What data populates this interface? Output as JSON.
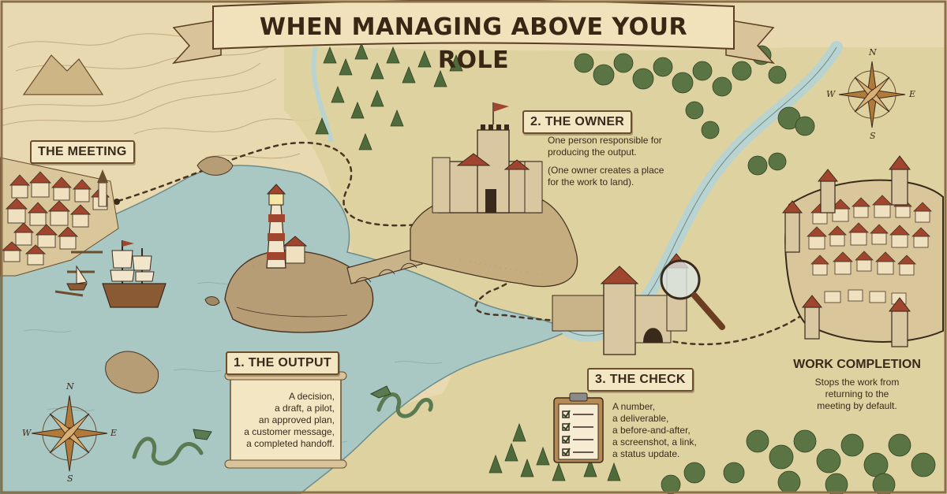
{
  "title": "WHEN MANAGING ABOVE YOUR ROLE",
  "locations": {
    "meeting": {
      "label": "THE MEETING"
    },
    "output": {
      "label": "1. THE OUTPUT",
      "items": [
        "A decision,",
        "a draft, a pilot,",
        "an approved plan,",
        "a customer message,",
        "a completed handoff."
      ]
    },
    "owner": {
      "label": "2. THE OWNER",
      "description": [
        "One person responsible for",
        "producing the output."
      ],
      "note": [
        "(One owner creates a place",
        "for the work to land)."
      ]
    },
    "check": {
      "label": "3. THE CHECK",
      "items": [
        "A number,",
        "a deliverable,",
        "a before-and-after,",
        "a screenshot, a link,",
        "a status update."
      ]
    },
    "completion": {
      "label": "WORK COMPLETION",
      "description": [
        "Stops the work from",
        "returning to the",
        "meeting by default."
      ]
    }
  },
  "compass_top_right": {
    "n": "N",
    "e": "E",
    "s": "S",
    "w": "W"
  },
  "compass_bottom_left": {
    "n": "N",
    "e": "E",
    "s": "S",
    "w": "W"
  },
  "colors": {
    "parchment": "#e8d9b0",
    "sea": "#a9c7c3",
    "river": "#b8d3d0",
    "land": "#dcd19e",
    "forest": "#4f6b3c",
    "roof": "#a0452e",
    "ink": "#3a2a1c"
  },
  "icons": [
    "lighthouse-icon",
    "castle-icon",
    "ship-icon",
    "sea-serpent-icon",
    "magnifying-glass-icon",
    "clipboard-checklist-icon",
    "compass-rose-icon",
    "walled-city-icon",
    "town-icon",
    "bridge-icon",
    "scroll-banner-icon"
  ]
}
